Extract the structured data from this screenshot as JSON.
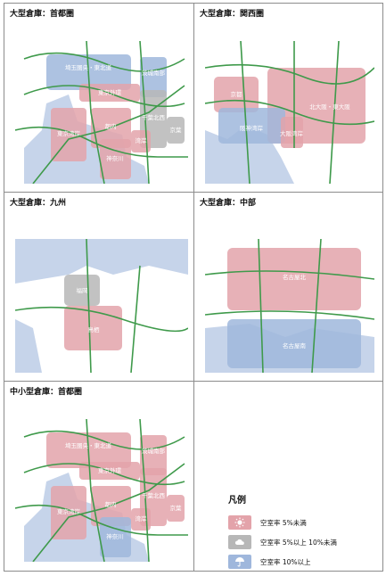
{
  "panels": [
    {
      "id": "p1",
      "title": "大型倉庫：首都圏"
    },
    {
      "id": "p2",
      "title": "大型倉庫：関西圏"
    },
    {
      "id": "p3",
      "title": "大型倉庫：九州"
    },
    {
      "id": "p4",
      "title": "大型倉庫：中部"
    },
    {
      "id": "p5",
      "title": "中小型倉庫：首都圏"
    }
  ],
  "regions": {
    "p1": [
      {
        "label": "埼玉圏央・東北道",
        "status": "high"
      },
      {
        "label": "茨城南部",
        "status": "high"
      },
      {
        "label": "東京外環",
        "status": "low"
      },
      {
        "label": "千葉北西",
        "status": "mid"
      },
      {
        "label": "東京湾岸",
        "status": "low"
      },
      {
        "label": "都内",
        "status": "low"
      },
      {
        "label": "湾岸",
        "status": "low"
      },
      {
        "label": "京葉",
        "status": "mid"
      },
      {
        "label": "神奈川",
        "status": "low"
      }
    ],
    "p2": [
      {
        "label": "京都",
        "status": "low"
      },
      {
        "label": "北大阪・東大阪",
        "status": "low"
      },
      {
        "label": "阪神湾岸",
        "status": "high"
      },
      {
        "label": "大阪湾岸",
        "status": "low"
      }
    ],
    "p3": [
      {
        "label": "福岡",
        "status": "mid"
      },
      {
        "label": "鳥栖",
        "status": "low"
      }
    ],
    "p4": [
      {
        "label": "名古屋北",
        "status": "low"
      },
      {
        "label": "名古屋南",
        "status": "high"
      }
    ],
    "p5": [
      {
        "label": "埼玉圏央・東北道",
        "status": "low"
      },
      {
        "label": "茨城南部",
        "status": "low"
      },
      {
        "label": "東京外環",
        "status": "low"
      },
      {
        "label": "千葉北西",
        "status": "low"
      },
      {
        "label": "東京湾岸",
        "status": "low"
      },
      {
        "label": "都内",
        "status": "low"
      },
      {
        "label": "京葉",
        "status": "low"
      },
      {
        "label": "湾岸",
        "status": "low"
      },
      {
        "label": "神奈川",
        "status": "high"
      }
    ]
  },
  "legend": {
    "title": "凡例",
    "items": [
      {
        "status": "low",
        "label": "空室率 5%未満",
        "icon": "sun-icon"
      },
      {
        "status": "mid",
        "label": "空室率 5%以上 10%未満",
        "icon": "cloud-icon"
      },
      {
        "status": "high",
        "label": "空室率 10%以上",
        "icon": "umbrella-icon"
      }
    ]
  },
  "colors": {
    "low": "#e3a3aa",
    "mid": "#b7b7b7",
    "high": "#9fb7dc",
    "water": "#c6d4ea",
    "road": "#3f9a4b",
    "outline": "#8c8c8c"
  }
}
